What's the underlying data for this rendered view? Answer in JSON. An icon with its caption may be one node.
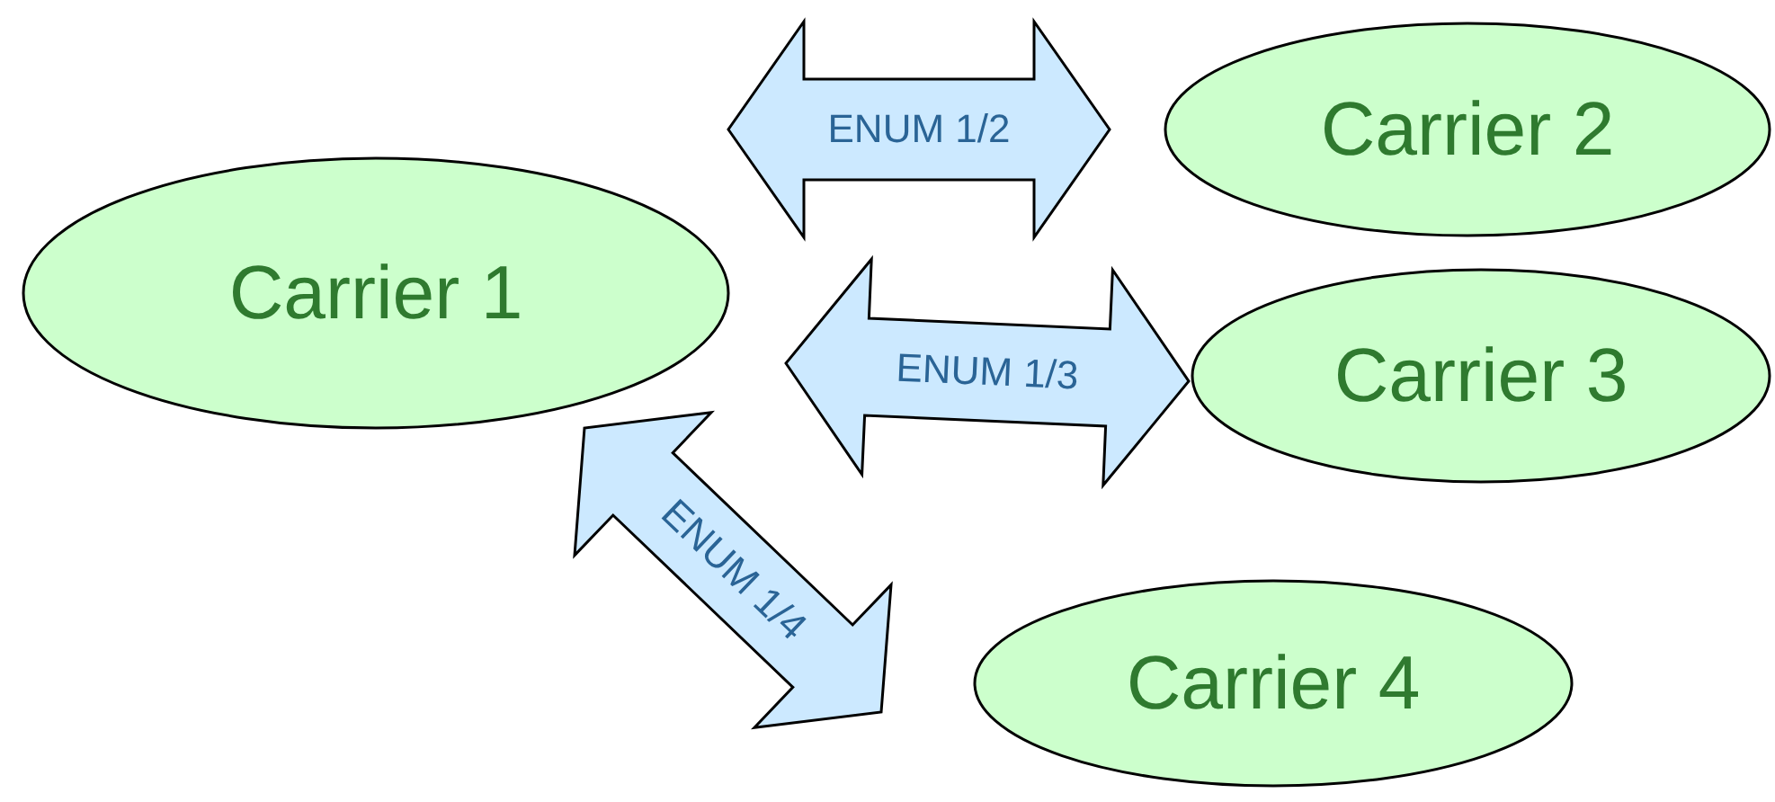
{
  "diagram": {
    "nodes": [
      {
        "text": [
          "Carrier 1"
        ]
      },
      {
        "text": [
          "Carrier 2"
        ]
      },
      {
        "text": [
          "Carrier 3"
        ]
      },
      {
        "text": [
          "Carrier 4"
        ]
      }
    ],
    "edges": [
      {
        "from": 0,
        "to": 1,
        "arrow": "both",
        "label": "ENUM 1/2"
      },
      {
        "from": 0,
        "to": 2,
        "arrow": "both",
        "label": "ENUM 1/3"
      },
      {
        "from": 0,
        "to": 3,
        "arrow": "both",
        "label": "ENUM 1/4"
      }
    ]
  }
}
